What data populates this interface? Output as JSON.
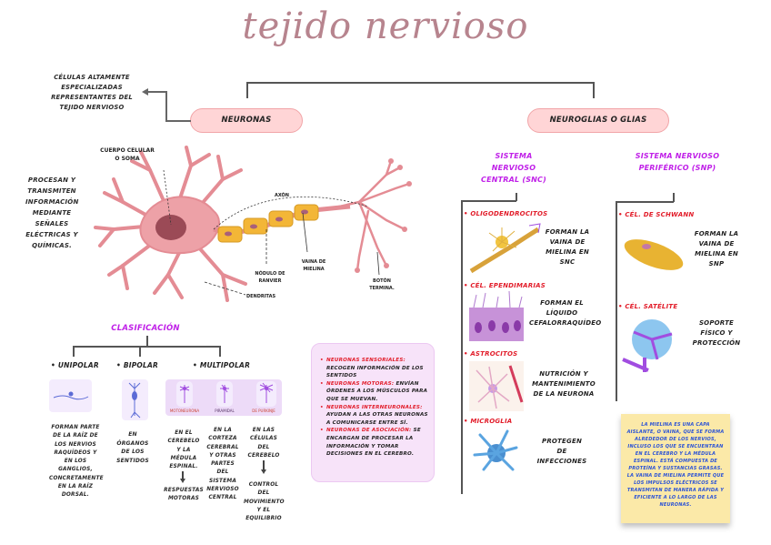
{
  "title": "tejido nervioso",
  "neuronas": {
    "label": "NEURONAS",
    "definition": "CÉLULAS ALTAMENTE ESPECIALIZADAS REPRESENTANTES DEL TEJIDO NERVIOSO",
    "function": "PROCESAN Y TRANSMITEN INFORMACIÓN MEDIANTE SEÑALES ELÉCTRICAS Y QUÍMICAS.",
    "diagram_labels": {
      "soma": "CUERPO CELULAR O SOMA",
      "axon": "AXÓN",
      "ranvier": "NÓDULO DE RANVIER",
      "myelin": "VAINA DE MIELINA",
      "terminal": "BOTÓN TERMINA.",
      "dendrites": "DENDRITAS"
    },
    "classification": {
      "title": "CLASIFICACIÓN",
      "types": [
        {
          "label": "UNIPOLAR",
          "desc": "FORMAN PARTE DE LA RAÍZ DE LOS NERVIOS RAQUÍDEOS Y EN LOS GANGLIOS, CONCRETAMENTE EN LA RAÍZ DORSAL."
        },
        {
          "label": "BIPOLAR",
          "desc": "EN ÓRGANOS DE LOS SENTIDOS"
        },
        {
          "label": "MULTIPOLAR",
          "subtypes": [
            {
              "label": "MOTONEURONA",
              "desc": "EN EL CEREBELO Y LA MÉDULA ESPINAL.",
              "result": "RESPUESTAS MOTORAS"
            },
            {
              "label": "PIRAMIDAL",
              "desc": "EN LA CORTEZA CEREBRAL Y OTRAS PARTES DEL SISTEMA NERVIOSO CENTRAL"
            },
            {
              "label": "DE PURKINJE",
              "desc": "EN LAS CÉLULAS DEL CEREBELO",
              "result": "CONTROL DEL MOVIMIENTO Y EL EQUILIBRIO"
            }
          ]
        }
      ]
    },
    "functional_types": [
      {
        "name": "NEURONAS SENSORIALES:",
        "text": "RECOGEN INFORMACIÓN DE LOS SENTIDOS"
      },
      {
        "name": "NEURONAS MOTORAS:",
        "text": "ENVÍAN ÓRDENES A LOS MÚSCULOS PARA QUE SE MUEVAN."
      },
      {
        "name": "NEURONAS INTERNEURONALES:",
        "text": "AYUDAN A LAS OTRAS NEURONAS A COMUNICARSE ENTRE SÍ."
      },
      {
        "name": "NEURONAS DE ASOCIACIÓN:",
        "text": "SE ENCARGAN DE PROCESAR LA INFORMACIÓN Y TOMAR DECISIONES EN EL CEREBRO."
      }
    ]
  },
  "neuroglias": {
    "label": "NEUROGLIAS O GLIAS",
    "snc": {
      "title": "SISTEMA NERVIOSO CENTRAL (SNC)",
      "cells": [
        {
          "name": "OLIGODENDROCITOS",
          "desc": "FORMAN LA VAINA DE MIELINA EN SNC"
        },
        {
          "name": "CÉL. EPENDIMARIAS",
          "desc": "FORMAN EL LÍQUIDO CEFALORRAQUÍDEO"
        },
        {
          "name": "ASTROCITOS",
          "desc": "NUTRICIÓN Y MANTENIMIENTO DE LA NEURONA"
        },
        {
          "name": "MICROGLIA",
          "desc": "PROTEGEN DE INFECCIONES"
        }
      ]
    },
    "snp": {
      "title": "SISTEMA NERVIOSO PERIFÉRICO (SNP)",
      "cells": [
        {
          "name": "CÉL. DE SCHWANN",
          "desc": "FORMAN LA VAINA DE MIELINA EN SNP"
        },
        {
          "name": "CÉL. SATÉLITE",
          "desc": "SOPORTE FÍSICO Y PROTECCIÓN"
        }
      ]
    },
    "myelin_note": "LA MIELINA ES UNA CAPA AISLANTE, O VAINA, QUE SE FORMA ALREDEDOR DE LOS NERVIOS, INCLUSO LOS QUE SE ENCUENTRAN EN EL CEREBRO Y LA MÉDULA ESPINAL. ESTÁ COMPUESTA DE PROTEÍNA Y SUSTANCIAS GRASAS. LA VAINA DE MIELINA PERMITE QUE LOS IMPULSOS ELÉCTRICOS SE TRANSMITAN DE MANERA RÁPIDA Y EFICIENTE A LO LARGO DE LAS NEURONAS."
  },
  "colors": {
    "title": "#b7848e",
    "pill_fill": "#ffd5d6",
    "pill_border": "#f1a5a8",
    "heading_purple": "#c020e8",
    "bullet_red": "#e21d2a",
    "note_yellow": "#fbe9a8",
    "info_fill": "#f7e3f9"
  }
}
